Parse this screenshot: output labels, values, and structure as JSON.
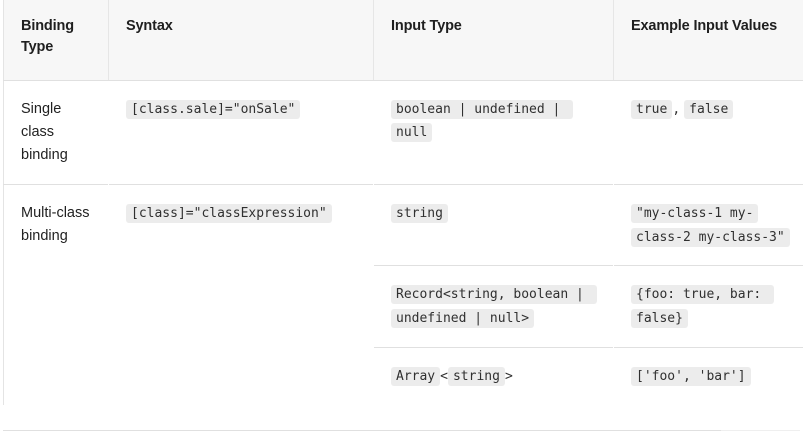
{
  "table": {
    "columns": [
      {
        "key": "binding_type",
        "label": "Binding Type"
      },
      {
        "key": "syntax",
        "label": "Syntax"
      },
      {
        "key": "input_type",
        "label": "Input Type"
      },
      {
        "key": "example_values",
        "label": "Example Input Values"
      }
    ],
    "rows": [
      {
        "binding_type": "Single class binding",
        "syntax": "[class.sale]=\"onSale\"",
        "input_type": "boolean | undefined | null",
        "example_values_a": "true",
        "example_values_sep": ",",
        "example_values_b": "false"
      },
      {
        "binding_type": "Multi-class binding",
        "syntax": "[class]=\"classExpression\"",
        "input_type": "string",
        "example_values": "\"my-class-1 my-class-2 my-class-3\""
      },
      {
        "input_type": "Record<string, boolean | undefined | null>",
        "example_values": "{foo: true, bar: false}"
      },
      {
        "input_type_a": "Array",
        "input_type_open": "<",
        "input_type_b": "string",
        "input_type_close": ">",
        "example_values": "['foo', 'bar']"
      }
    ]
  },
  "colors": {
    "header_background": "#f7f7f7",
    "code_background": "#ececec",
    "code_text": "#303030",
    "border": "#e0e0e0",
    "text": "#222222"
  }
}
